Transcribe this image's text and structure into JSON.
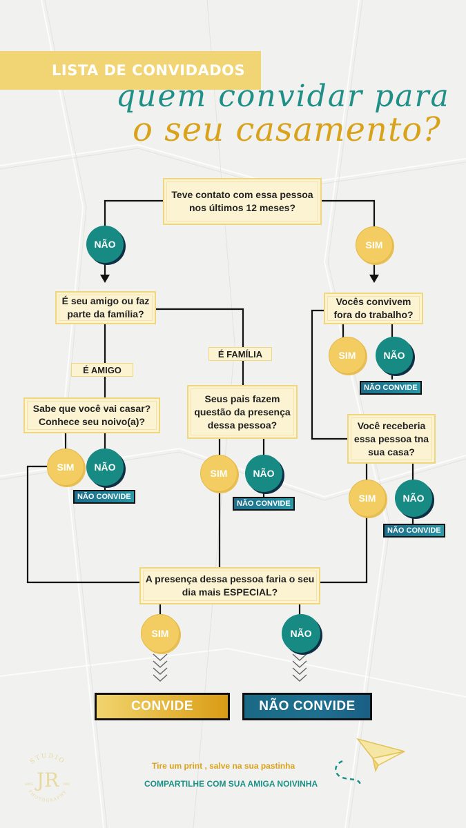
{
  "header": {
    "banner": "LISTA DE CONVIDADOS",
    "script_line1": "quem convidar para",
    "script_line2": "o seu casamento?"
  },
  "flow": {
    "q_contact": "Teve contato com essa pessoa nos últimos 12 meses?",
    "q_friend_family": "É seu amigo ou faz parte da família?",
    "q_outside_work": "Vocês convivem fora do trabalho?",
    "q_knows_wedding": "Sabe que você vai casar? Conhece seu noivo(a)?",
    "q_parents": "Seus pais fazem questão da presença dessa pessoa?",
    "q_home": "Você receberia essa pessoa tna sua casa?",
    "q_special": "A presença dessa pessoa faria o seu dia mais ESPECIAL?",
    "label_friend": "É AMIGO",
    "label_family": "É FAMÍLIA",
    "yes": "SIM",
    "no": "NÃO",
    "not_invite_badge": "NÃO CONVIDE"
  },
  "result": {
    "invite": "CONVIDE",
    "not_invite": "NÃO CONVIDE"
  },
  "footer": {
    "line1": "Tire um print , salve na sua pastinha",
    "line2": "COMPARTILHE COM SUA AMIGA NOIVINHA"
  },
  "logo": {
    "top": "STUDIO",
    "bottom": "PHOTOGRAPHY",
    "monogram": "JR",
    "since": "SINCE",
    "year": "1992"
  },
  "colors": {
    "yellow": "#f3cd62",
    "teal": "#168a83",
    "navy": "#0e2f44",
    "gold": "#d9a21b"
  }
}
